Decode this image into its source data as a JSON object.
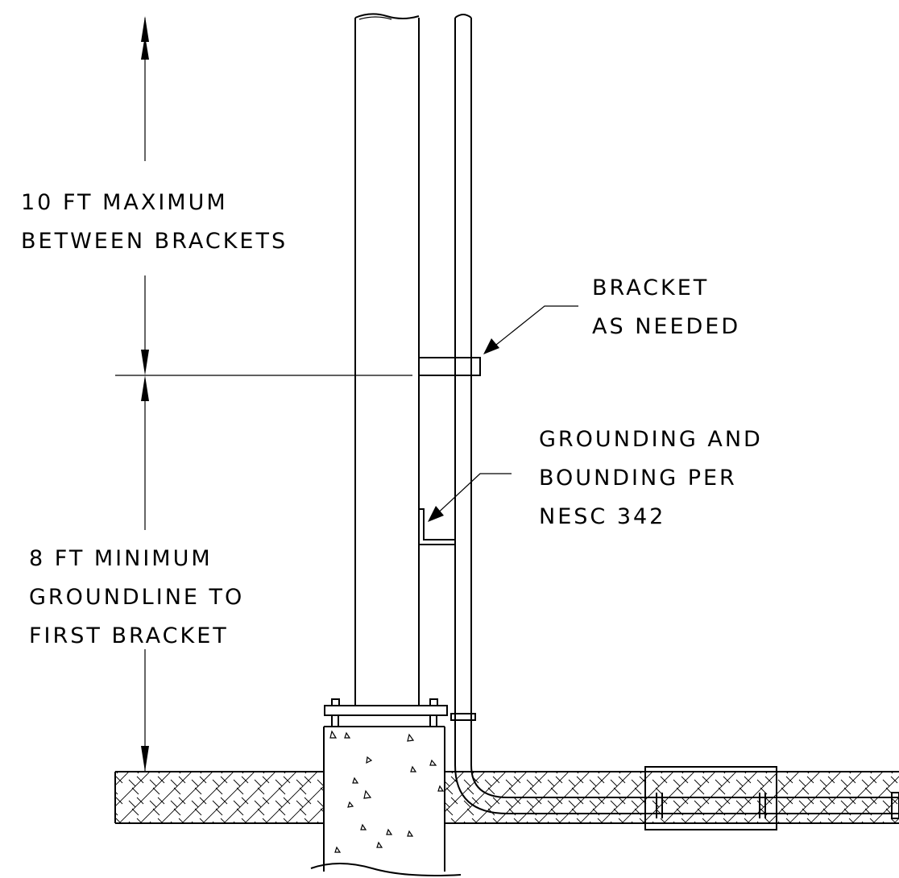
{
  "notes": {
    "spacing_max": [
      "10 FT MAXIMUM",
      "BETWEEN BRACKETS"
    ],
    "bracket": [
      "BRACKET",
      "AS NEEDED"
    ],
    "grounding": [
      "GROUNDING AND",
      "BOUNDING PER",
      "NESC 342"
    ],
    "groundline": [
      "8 FT MINIMUM",
      "GROUNDLINE TO",
      "FIRST BRACKET"
    ]
  },
  "colors": {
    "line": "#000000",
    "background": "#ffffff"
  }
}
